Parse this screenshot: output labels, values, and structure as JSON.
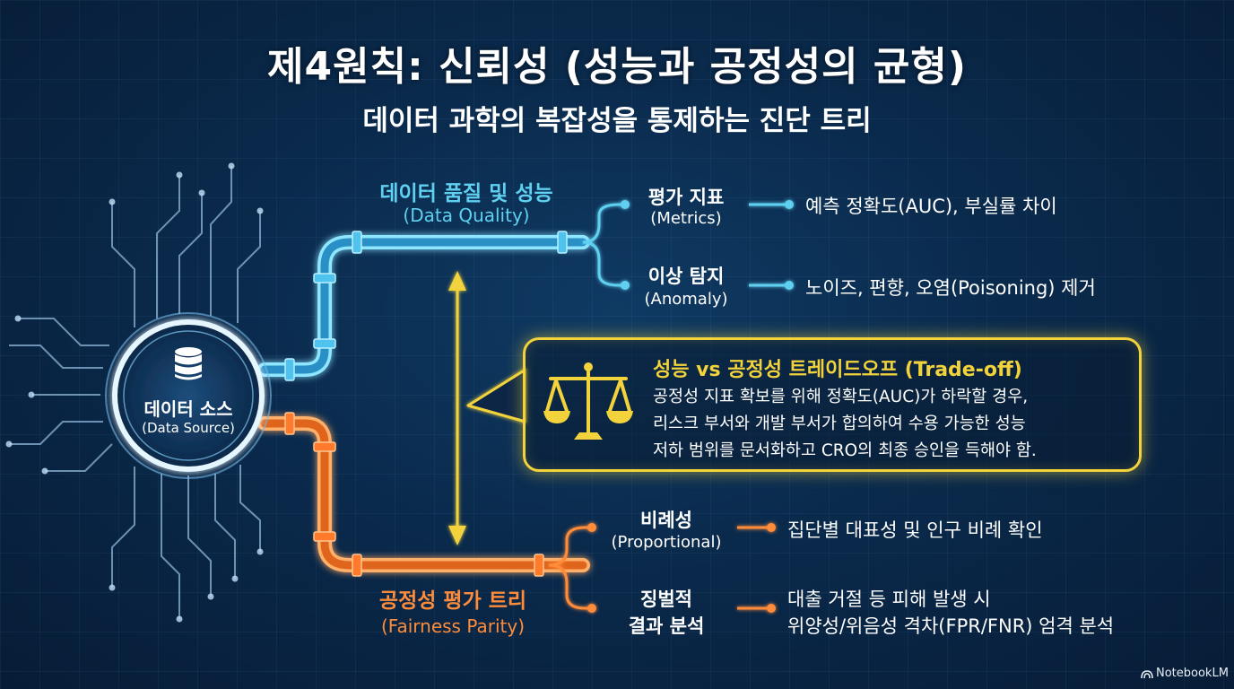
{
  "title": "제4원칙: 신뢰성 (성능과 공정성의 균형)",
  "subtitle": "데이터 과학의 복잡성을 통제하는 진단 트리",
  "source": {
    "label": "데이터 소스",
    "sublabel": "(Data Source)",
    "icon": "database-icon"
  },
  "quality_branch": {
    "label": "데이터 품질 및 성능",
    "sublabel": "(Data Quality)",
    "nodes": [
      {
        "label": "평가 지표",
        "sublabel": "(Metrics)",
        "leaf": "예측 정확도(AUC), 부실률 차이"
      },
      {
        "label": "이상 탐지",
        "sublabel": "(Anomaly)",
        "leaf": "노이즈, 편향, 오염(Poisoning) 제거"
      }
    ]
  },
  "fairness_branch": {
    "label": "공정성 평가 트리",
    "sublabel": "(Fairness Parity)",
    "nodes": [
      {
        "label": "비례성",
        "sublabel": "(Proportional)",
        "leaf": "집단별 대표성 및 인구 비례 확인"
      },
      {
        "label_line1": "징벌적",
        "label_line2": "결과 분석",
        "leaf_line1": "대출 거절 등 피해 발생 시",
        "leaf_line2": "위양성/위음성 격차(FPR/FNR) 엄격 분석"
      }
    ]
  },
  "tradeoff": {
    "title": "성능 vs 공정성 트레이드오프 (Trade-off)",
    "lines": [
      "공정성 지표 확보를 위해 정확도(AUC)가 하락할 경우,",
      "리스크 부서와 개발 부서가 합의하여 수용 가능한 성능",
      "저하 범위를 문서화하고 CRO의 최종 승인을 득해야 함."
    ],
    "icon": "scales-icon"
  },
  "watermark": "NotebookLM",
  "colors": {
    "quality": "#5fd0f0",
    "fairness": "#ff8c3a",
    "tradeoff": "#f2d33c",
    "background": "#0a2a4c"
  }
}
